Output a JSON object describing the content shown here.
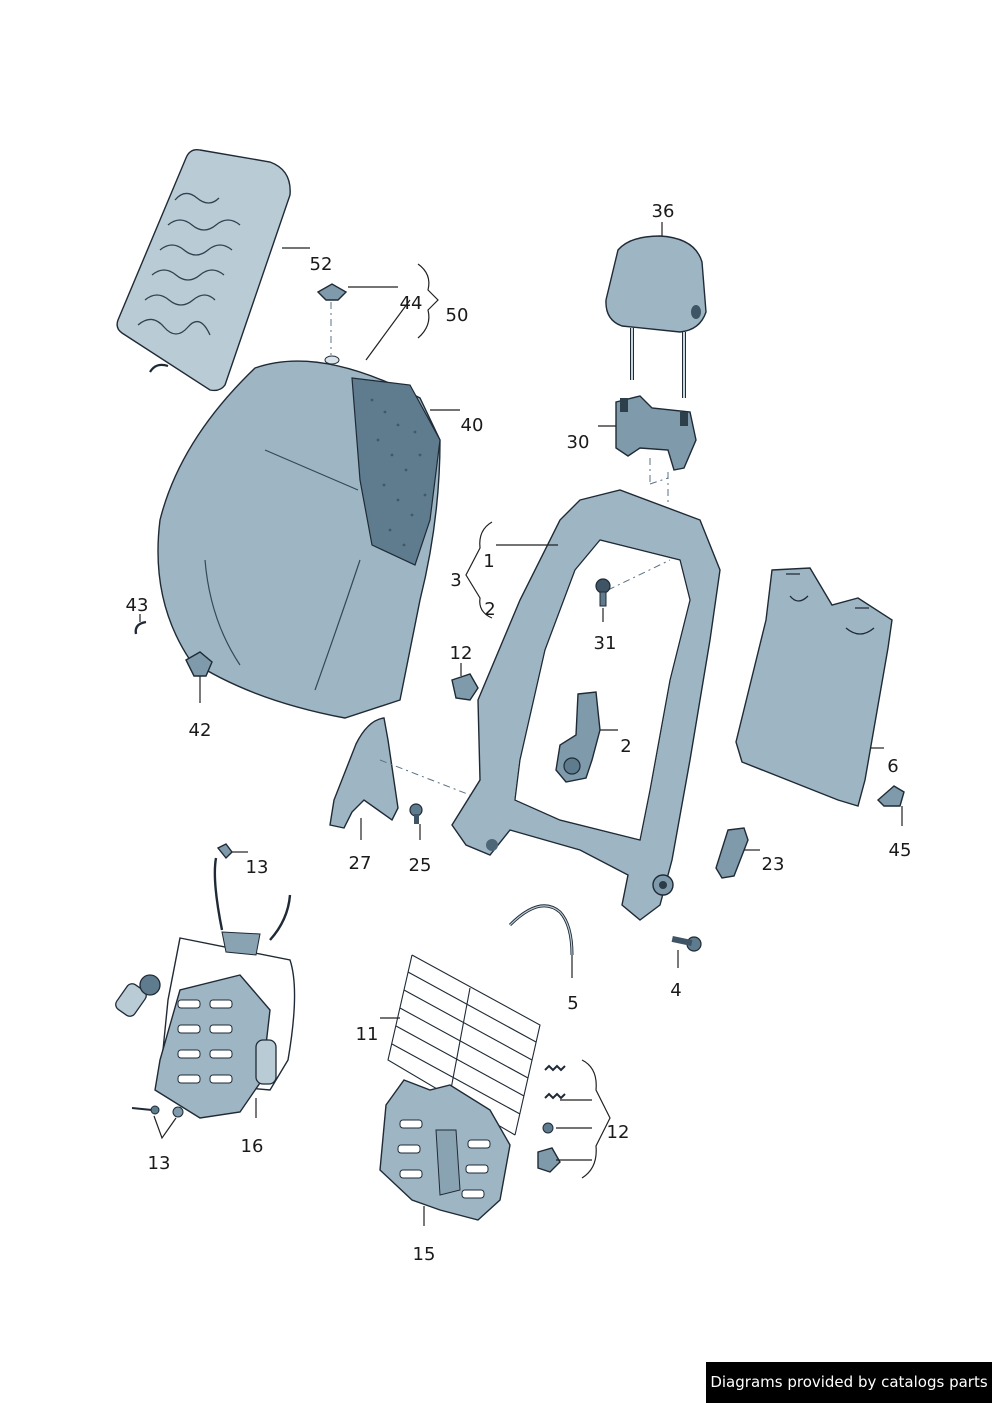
{
  "callouts": [
    "36",
    "52",
    "44",
    "50",
    "40",
    "30",
    "1",
    "3",
    "2",
    "31",
    "43",
    "12",
    "2",
    "6",
    "42",
    "27",
    "25",
    "45",
    "13",
    "23",
    "4",
    "5",
    "11",
    "12",
    "16",
    "13",
    "15"
  ],
  "credit": "Diagrams provided by catalogs parts"
}
